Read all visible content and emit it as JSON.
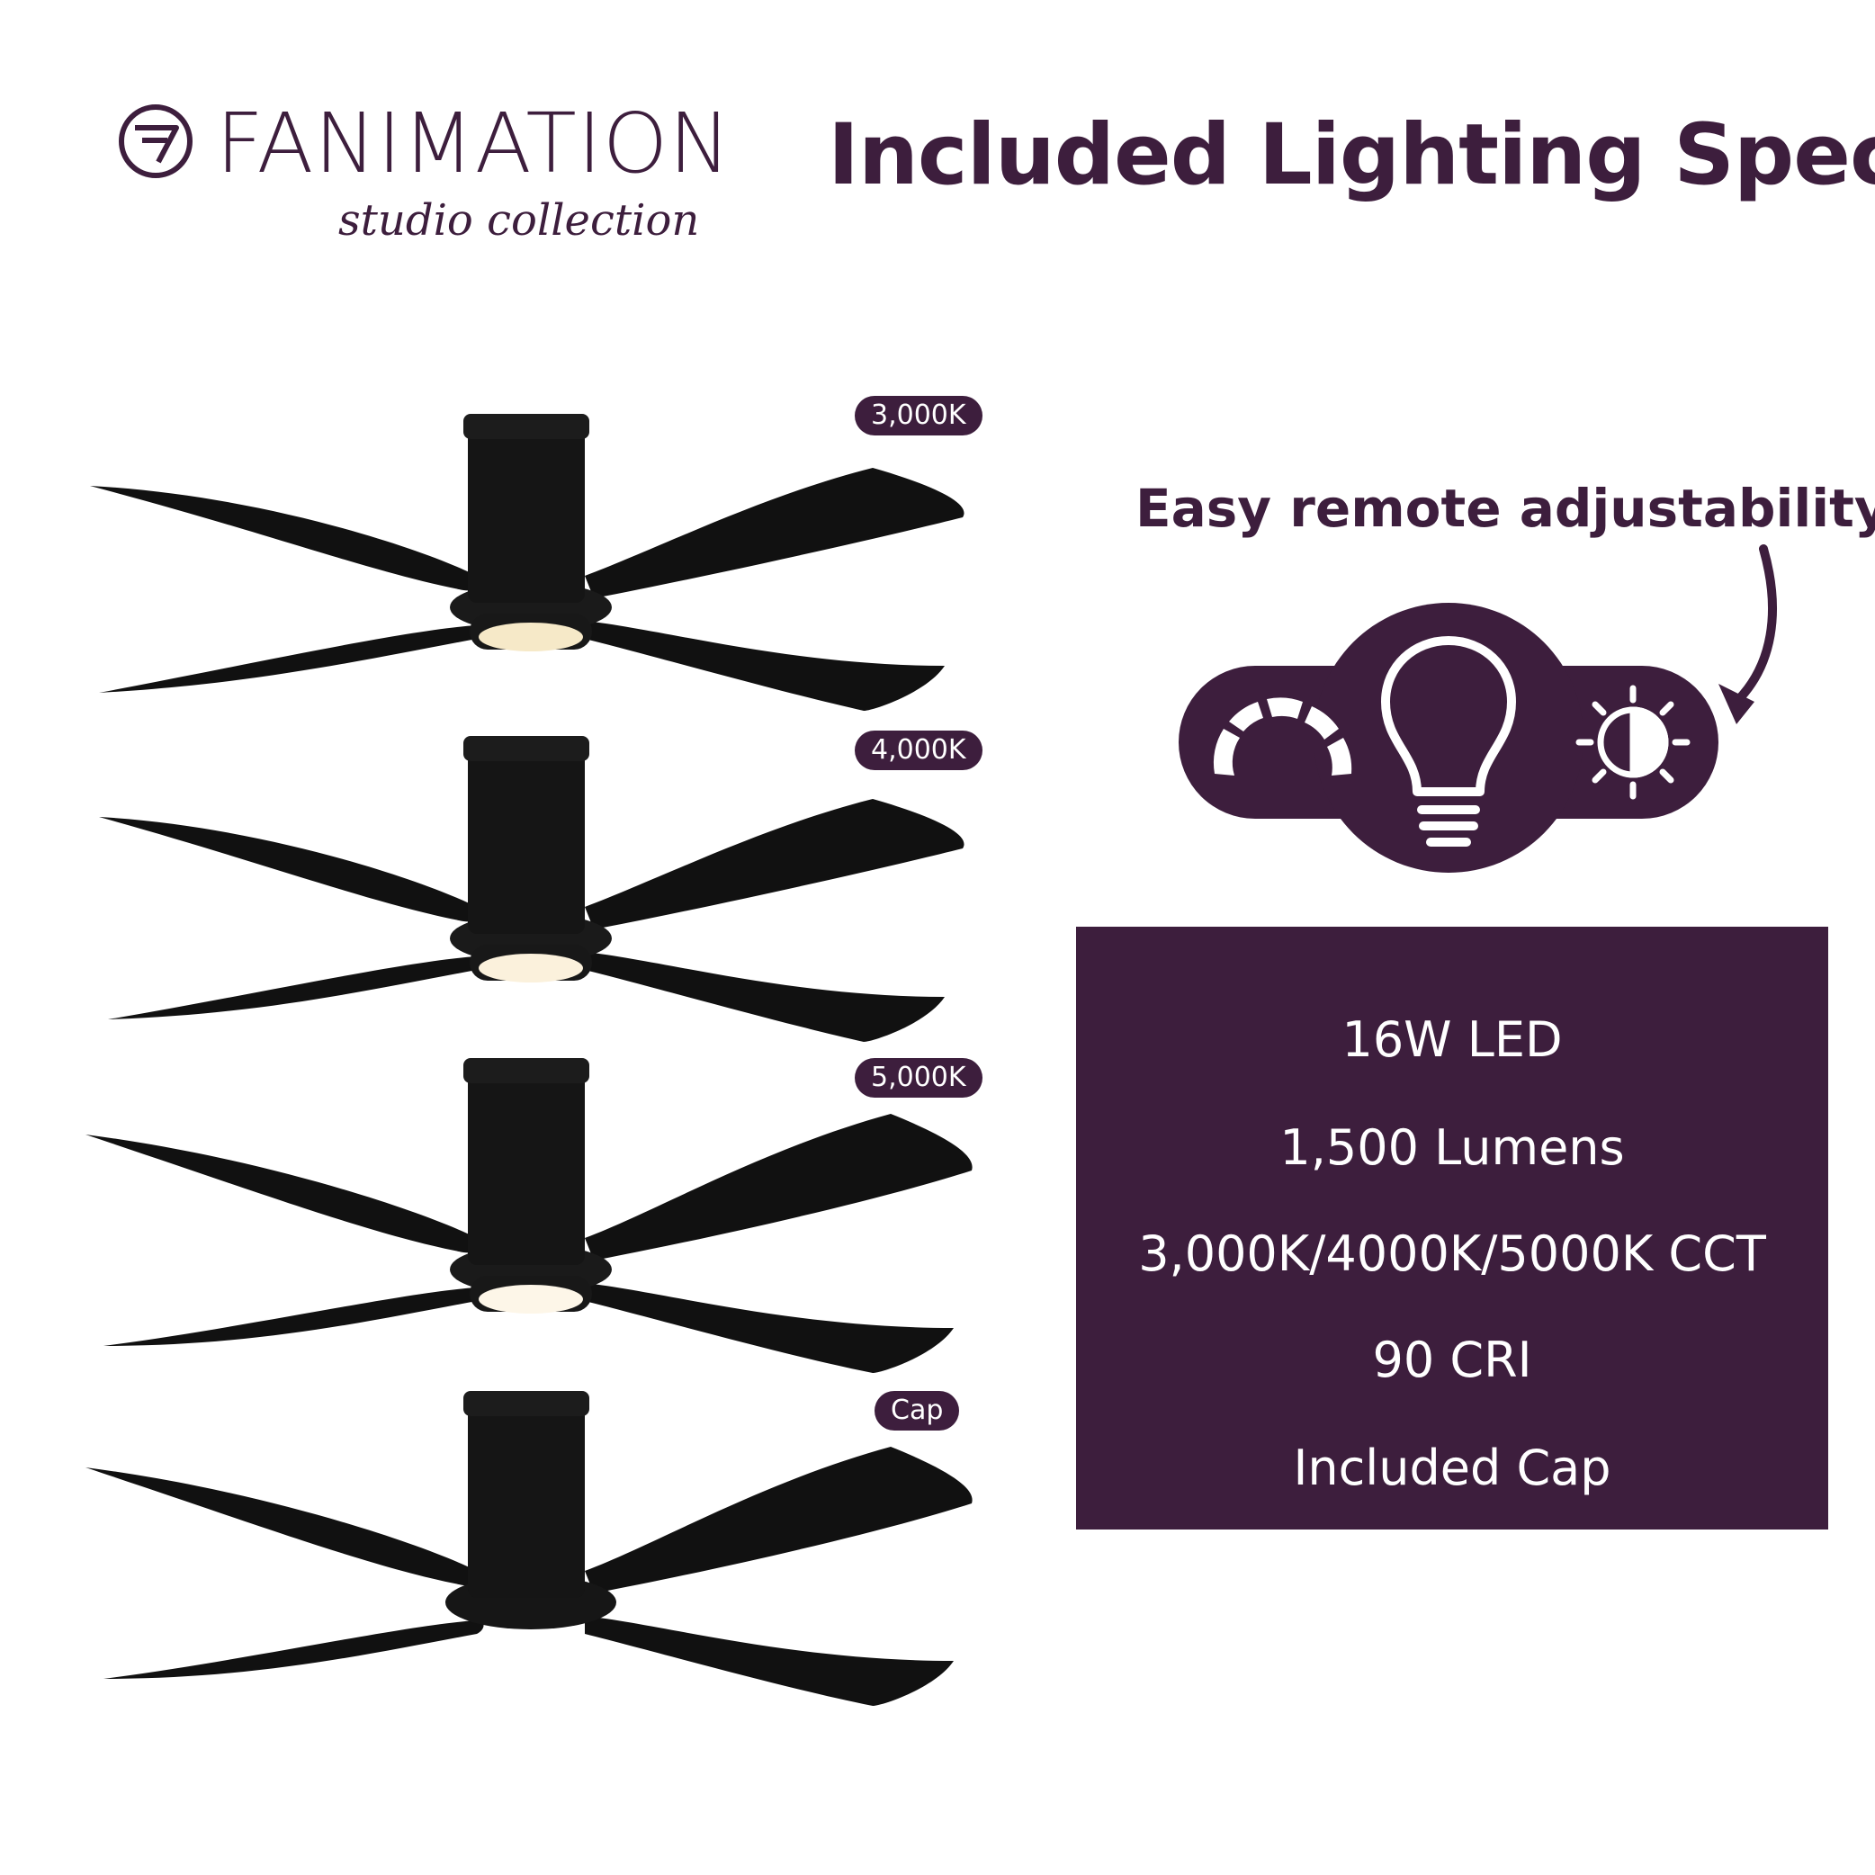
{
  "brand": {
    "name": "FANIMATION",
    "subname": "studio collection"
  },
  "title": "Included Lighting Specs",
  "fans": [
    {
      "label": "3,000K",
      "light": true
    },
    {
      "label": "4,000K",
      "light": true
    },
    {
      "label": "5,000K",
      "light": true
    },
    {
      "label": "Cap",
      "light": false
    }
  ],
  "tagline": "Easy remote adjustability!",
  "icons": [
    "dimmer-icon",
    "light-bulb-icon",
    "color-temperature-icon",
    "curved-arrow-icon"
  ],
  "specs": [
    "16W LED",
    "1,500 Lumens",
    "3,000K/4000K/5000K CCT",
    "90 CRI",
    "Included Cap"
  ],
  "colors": {
    "brand": "#3d1e3d",
    "fan": "#111111",
    "panel_text": "#ffffff"
  }
}
